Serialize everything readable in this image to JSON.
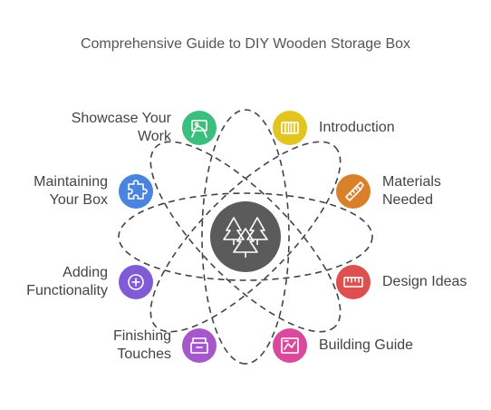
{
  "title": "Comprehensive Guide to DIY Wooden Storage Box",
  "center": {
    "icon": "trees-icon",
    "color": "#5b5b5b"
  },
  "nodes": [
    {
      "id": "introduction",
      "lines": [
        "Introduction"
      ],
      "icon": "barn-door-icon",
      "color": "#e3c521"
    },
    {
      "id": "materials-needed",
      "lines": [
        "Materials",
        "Needed"
      ],
      "icon": "saw-icon",
      "color": "#d9812a"
    },
    {
      "id": "design-ideas",
      "lines": [
        "Design Ideas"
      ],
      "icon": "ruler-icon",
      "color": "#de5050"
    },
    {
      "id": "building-guide",
      "lines": [
        "Building Guide"
      ],
      "icon": "blueprint-icon",
      "color": "#d94a9c"
    },
    {
      "id": "finishing-touches",
      "lines": [
        "Finishing",
        "Touches"
      ],
      "icon": "drawer-icon",
      "color": "#a558c9"
    },
    {
      "id": "adding-functionality",
      "lines": [
        "Adding",
        "Functionality"
      ],
      "icon": "plus-circle-icon",
      "color": "#7f5bd6"
    },
    {
      "id": "maintaining-your-box",
      "lines": [
        "Maintaining",
        "Your Box"
      ],
      "icon": "puzzle-icon",
      "color": "#4a84de"
    },
    {
      "id": "showcase-your-work",
      "lines": [
        "Showcase Your",
        "Work"
      ],
      "icon": "easel-icon",
      "color": "#3cbf7c"
    }
  ]
}
